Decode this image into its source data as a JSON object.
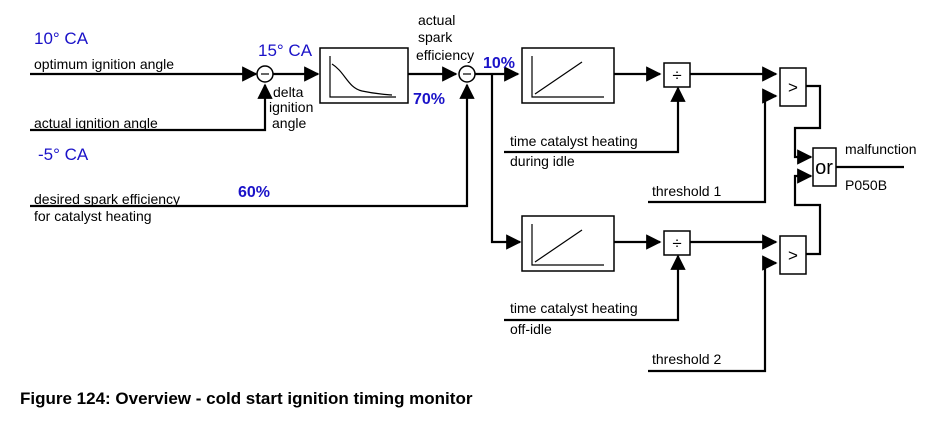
{
  "annotations": {
    "optimum_value": "10° CA",
    "actual_value": "-5° CA",
    "delta_value": "15° CA",
    "efficiency_actual_value": "10%",
    "efficiency_table_value": "70%",
    "desired_value": "60%"
  },
  "signals": {
    "optimum_ignition_angle": "optimum ignition angle",
    "actual_ignition_angle": "actual ignition angle",
    "delta_ignition_angle": [
      "delta",
      "ignition",
      "angle"
    ],
    "actual_spark_efficiency": [
      "actual",
      "spark",
      "efficiency"
    ],
    "desired_spark_efficiency": [
      "desired spark efficiency",
      "for catalyst heating"
    ],
    "time_heating_idle": [
      "time catalyst heating",
      "during idle"
    ],
    "time_heating_offidle": [
      "time catalyst heating",
      "off-idle"
    ],
    "threshold_1": "threshold 1",
    "threshold_2": "threshold 2",
    "malfunction": "malfunction",
    "fault_code": "P050B"
  },
  "symbols": {
    "subtract": "−",
    "divide": "÷",
    "greater": ">",
    "or": "or"
  },
  "caption": "Figure 124: Overview - cold start ignition timing monitor"
}
